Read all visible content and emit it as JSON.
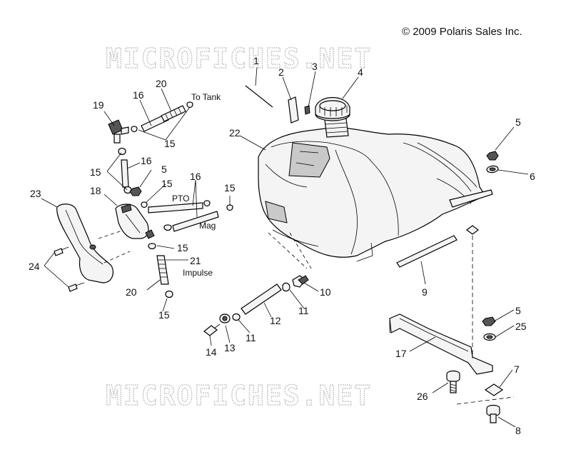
{
  "copyright": "© 2009 Polaris Sales Inc.",
  "watermark": "MICROFICHES.NET",
  "notes": {
    "to_tank": "To Tank",
    "pto": "PTO",
    "mag": "Mag",
    "impulse": "Impulse"
  },
  "callouts": [
    "1",
    "2",
    "3",
    "4",
    "5",
    "6",
    "22",
    "16",
    "20",
    "19",
    "15",
    "16",
    "15",
    "5",
    "23",
    "18",
    "16",
    "15",
    "15",
    "24",
    "15",
    "21",
    "20",
    "15",
    "10",
    "11",
    "12",
    "11",
    "13",
    "14",
    "9",
    "5",
    "25",
    "17",
    "7",
    "26",
    "8"
  ]
}
